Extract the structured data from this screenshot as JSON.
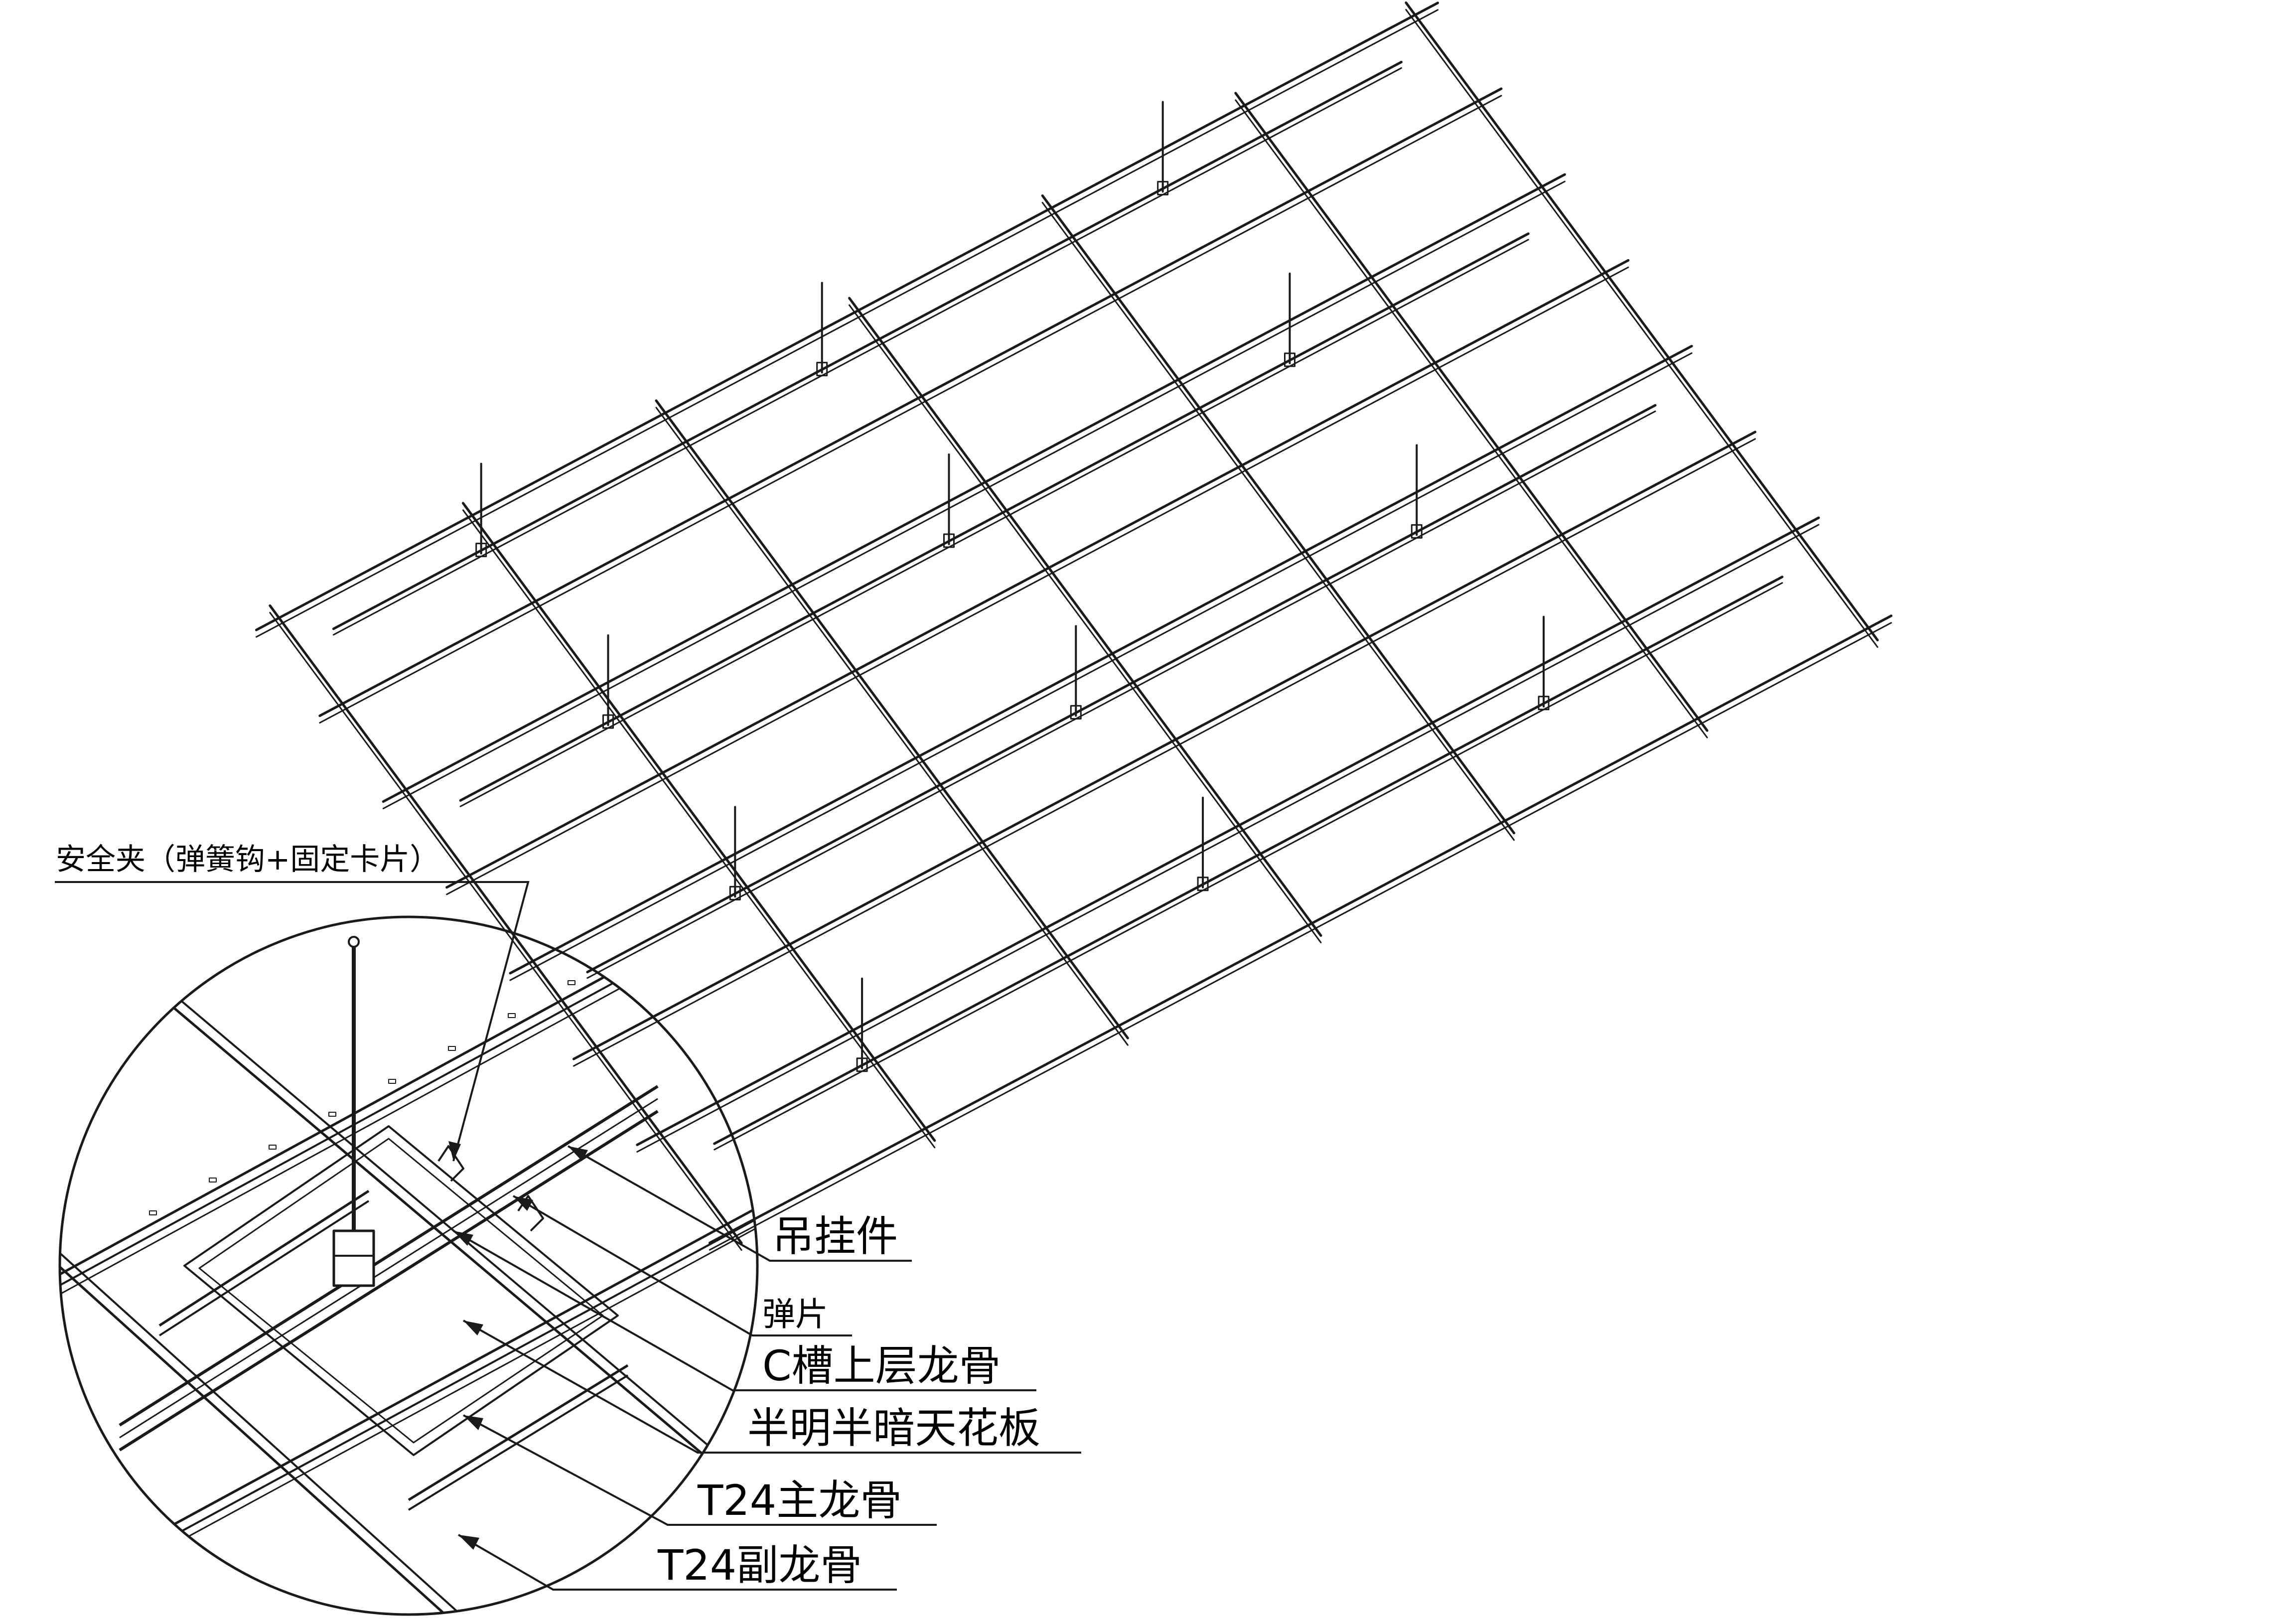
{
  "callouts": {
    "safety_clip": "安全夹（弹簧钩+固定卡片）",
    "hanger": "吊挂件",
    "spring_plate": "弹片",
    "c_channel": "C槽上层龙骨",
    "ceiling_panel": "半明半暗天花板",
    "t24_main": "T24主龙骨",
    "t24_cross": "T24副龙骨"
  }
}
